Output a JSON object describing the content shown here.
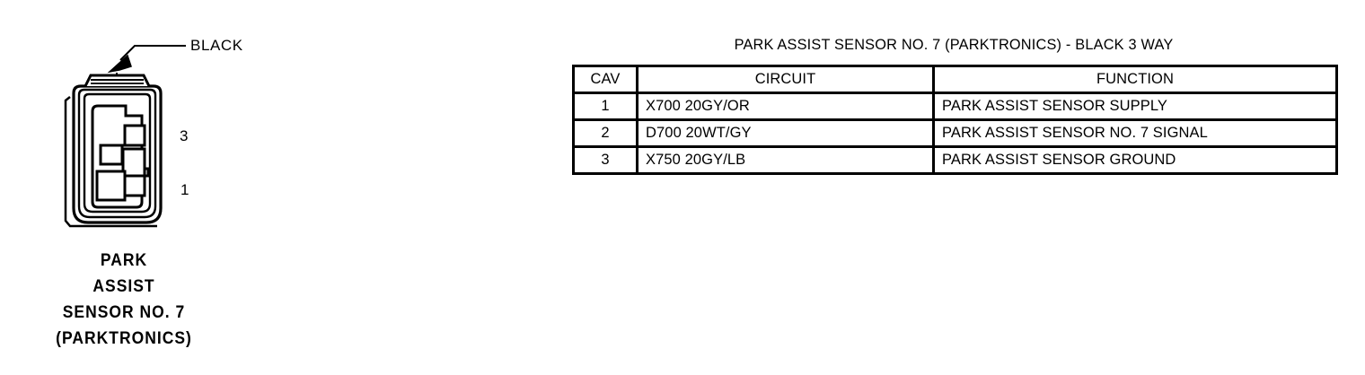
{
  "connector": {
    "callout_label": "BLACK",
    "callout_icon": "arrow-leader-icon",
    "pin_labels": {
      "upper": "3",
      "lower": "1"
    },
    "caption_lines": [
      "PARK",
      "ASSIST",
      "SENSOR NO. 7",
      "(PARKTRONICS)"
    ],
    "line_color": "#000000",
    "fill_color": "#ffffff"
  },
  "table": {
    "title": "PARK ASSIST SENSOR NO. 7 (PARKTRONICS) - BLACK 3 WAY",
    "columns": [
      "CAV",
      "CIRCUIT",
      "FUNCTION"
    ],
    "rows": [
      {
        "cav": "1",
        "circuit": "X700  20GY/OR",
        "function": "PARK ASSIST SENSOR SUPPLY"
      },
      {
        "cav": "2",
        "circuit": "D700  20WT/GY",
        "function": "PARK ASSIST SENSOR NO. 7 SIGNAL"
      },
      {
        "cav": "3",
        "circuit": "X750  20GY/LB",
        "function": "PARK ASSIST SENSOR GROUND"
      }
    ]
  }
}
